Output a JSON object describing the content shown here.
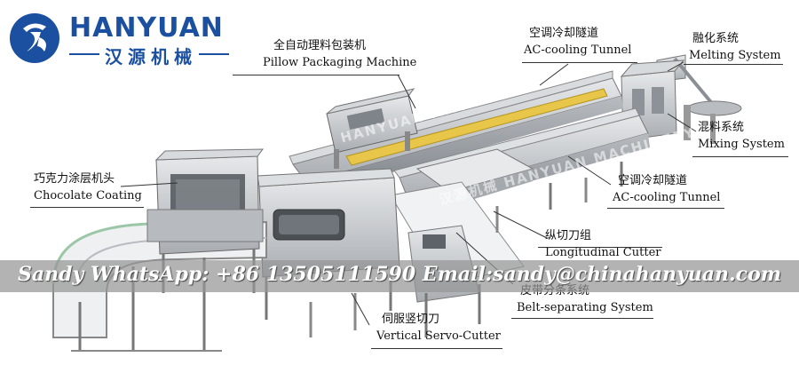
{
  "logo": {
    "brand": "HANYUAN",
    "chinese": "汉源机械",
    "mark_icon": "hanyuan-logo-mark"
  },
  "labels": [
    {
      "cn": "全自动理料包装机",
      "en": "Pillow Packaging Machine"
    },
    {
      "cn": "空调冷却隧道",
      "en": "AC-cooling Tunnel"
    },
    {
      "cn": "融化系统",
      "en": "Melting System"
    },
    {
      "cn": "混料系统",
      "en": "Mixing System"
    },
    {
      "cn": "巧克力涂层机头",
      "en": "Chocolate Coating"
    },
    {
      "cn": "空调冷却隧道",
      "en": "AC-cooling Tunnel"
    },
    {
      "cn": "纵切刀组",
      "en": "Longitudinal Cutter"
    },
    {
      "cn": "皮带分条系统",
      "en": "Belt-separating System"
    },
    {
      "cn": "伺服竖切刀",
      "en": "Vertical Servo-Cutter"
    }
  ],
  "contact_banner": "Sandy   WhatsApp: +86 13505111590   Email:sandy@chinahanyuan.com",
  "watermarks": [
    "HANYUAN MACHINERY",
    "汉源机械 HANYUAN MACHINERY"
  ],
  "colors": {
    "brand_blue": "#1b4fa0",
    "steel": "#c9ccd0",
    "belt_yellow": "#e8c64a",
    "banner_gray": "#969696"
  }
}
